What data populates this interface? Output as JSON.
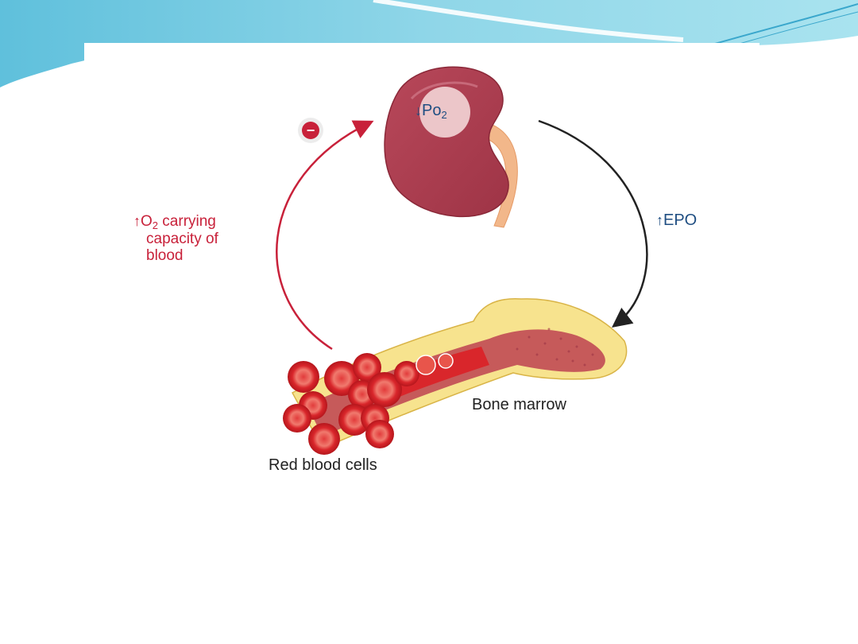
{
  "slide": {
    "theme_colors": {
      "wave_dark": "#3aa7cc",
      "wave_light": "#9ee0ee",
      "accent_red": "#c8213a",
      "accent_blue": "#1f4e82"
    }
  },
  "diagram": {
    "kidney_label": {
      "arrow": "↓",
      "main": "Po",
      "sub": "2"
    },
    "epo_label": {
      "arrow": "↑",
      "main": "EPO"
    },
    "o2_label": {
      "arrow": "↑",
      "o": "O",
      "sub": "2",
      "line1_rest": " carrying",
      "line2": "capacity of",
      "line3": "blood"
    },
    "inhibit_symbol": "−",
    "bone_marrow_label": "Bone marrow",
    "rbc_label": "Red blood cells"
  }
}
